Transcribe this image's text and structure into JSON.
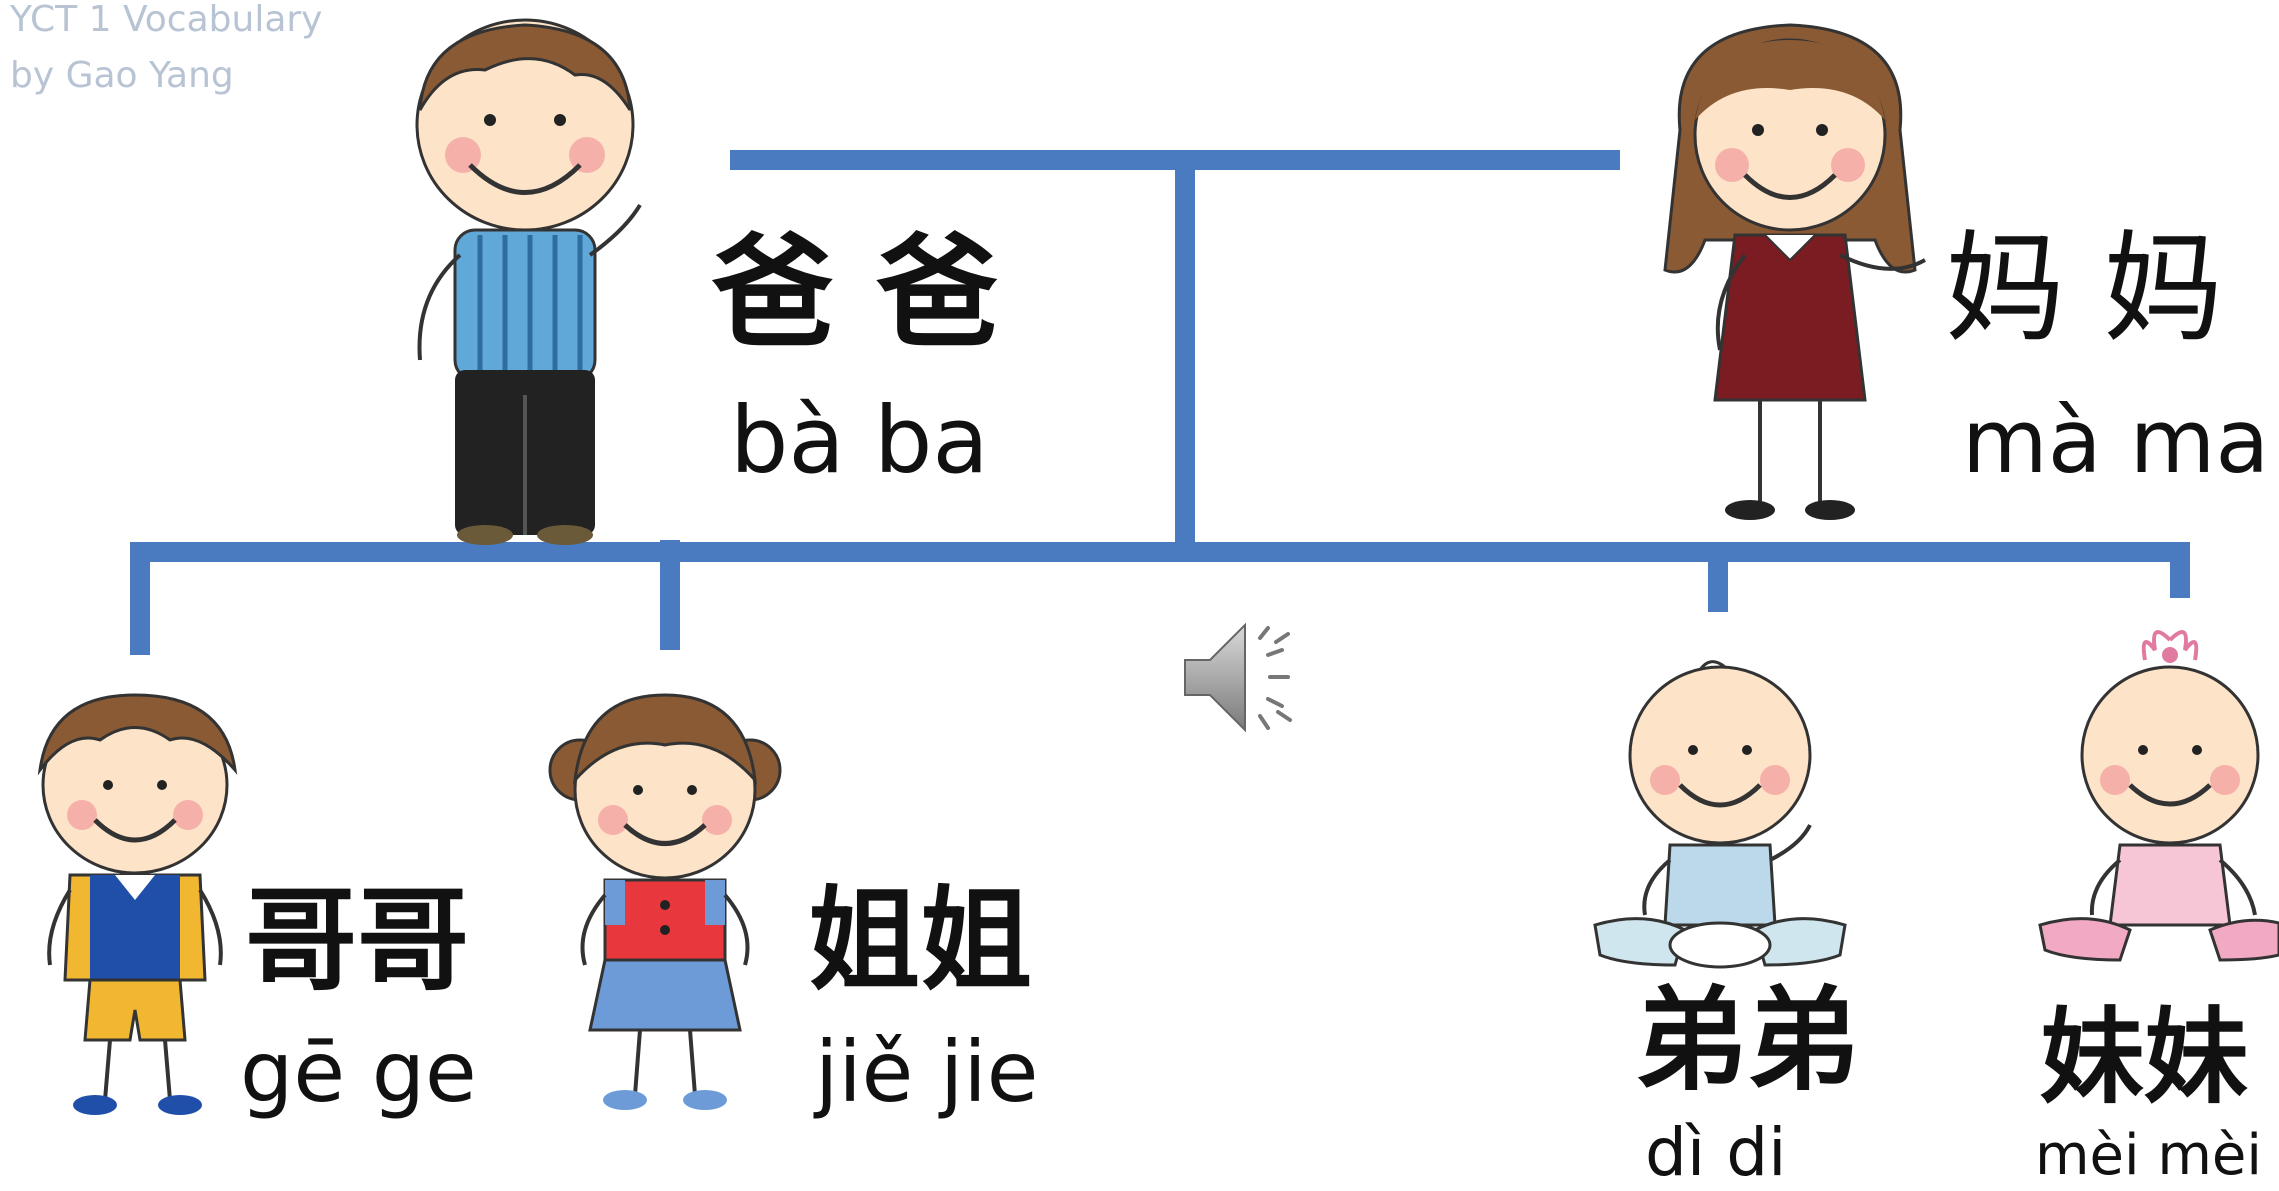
{
  "watermark": {
    "line1": "YCT 1 Vocabulary",
    "line2": "by Gao Yang"
  },
  "colors": {
    "line": "#4a7bc1",
    "skin": "#fde3c8",
    "hair": "#8a5a34",
    "cheek": "#f4a3a3"
  },
  "members": {
    "baba": {
      "hanzi": "爸 爸",
      "pinyin": "bà  ba"
    },
    "mama": {
      "hanzi": "妈 妈",
      "pinyin": "mà ma"
    },
    "gege": {
      "hanzi": "哥哥",
      "pinyin": "gē ge"
    },
    "jiejie": {
      "hanzi": "姐姐",
      "pinyin": "jiě jie"
    },
    "didi": {
      "hanzi": "弟弟",
      "pinyin": "dì  di"
    },
    "meimei": {
      "hanzi": "妹妹",
      "pinyin": "mèi mèi"
    }
  },
  "speaker_icon": "speaker-icon"
}
